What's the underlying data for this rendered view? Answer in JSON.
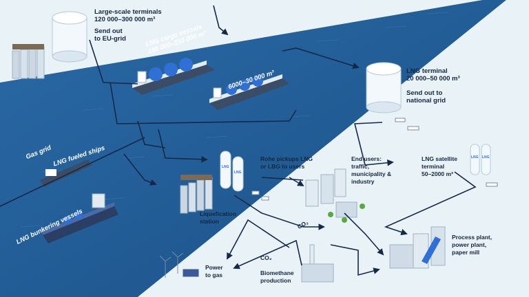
{
  "labels": {
    "large_terminals": "Large-scale terminals\n120 000–300 000 m³",
    "send_out_eu": "Send out\nto EU-grid",
    "cargo_vessels": "LNG cargo vessels\n100 000–250 000 m³",
    "small_vessel": "6000–30 000 m³",
    "lng_terminal": "LNG terminal\n20 000–50 000 m³",
    "send_out_national": "Send out to\nnational grid",
    "gas_grid": "Gas grid",
    "fueled_ships": "LNG fueled ships",
    "bunkering_vessels": "LNG bunkering vessels",
    "rohe": "Rohe pickups LNG\nor LBG to users",
    "end_users": "End users:\ntraffic,\nmunicipality &\nindustry",
    "satellite": "LNG satellite\nterminal\n50–2000 m³",
    "liquefaction": "Liquefication\nstation",
    "process_plant": "Process plant,\npower plant,\npaper mill",
    "co2_a": "CO₂",
    "co2_b": "CO₂",
    "power_to_gas": "Power\nto gas",
    "biomethane": "Biomethane\nproduction",
    "tank_tag": "LNG"
  },
  "colors": {
    "sea": "#1f5a93",
    "sea_light": "#2d6da8",
    "land": "#e9f2f7",
    "arrow": "#14294a",
    "tank": "#f2f8fc",
    "hull_dark": "#3a4c66",
    "lng_sphere": "#2f6fd6",
    "building": "#cfdbe6"
  }
}
